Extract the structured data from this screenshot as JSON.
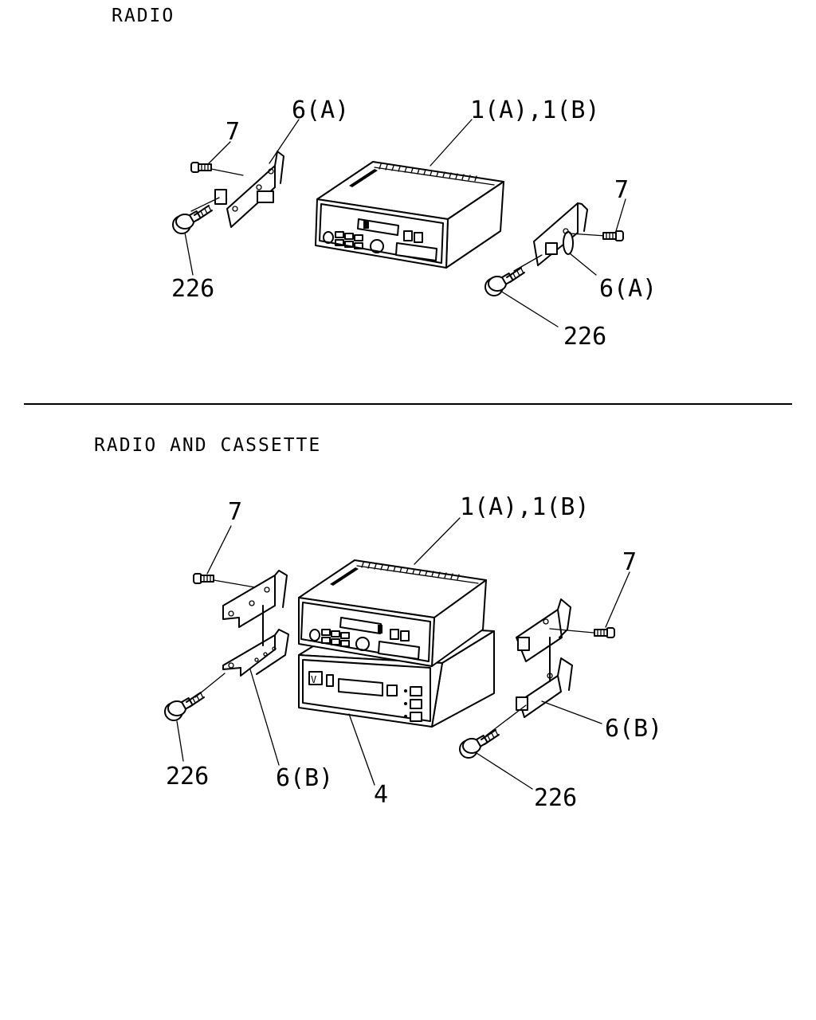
{
  "sections": [
    {
      "title": "RADIO",
      "callouts": {
        "bracket_left": "6(A)",
        "unit": "1(A),1(B)",
        "screw_left": "7",
        "screw_right": "7",
        "bolt_left": "226",
        "bracket_right": "6(A)",
        "bolt_right": "226"
      }
    },
    {
      "title": "RADIO AND CASSETTE",
      "callouts": {
        "unit": "1(A),1(B)",
        "screw_left": "7",
        "screw_right": "7",
        "bolt_left": "226",
        "bracket_left": "6(B)",
        "cassette": "4",
        "bracket_right": "6(B)",
        "bolt_right": "226"
      }
    }
  ],
  "colors": {
    "ink": "#000000",
    "background": "#ffffff"
  },
  "icons": [
    "radio-unit-icon",
    "cassette-unit-icon",
    "bracket-icon",
    "screw-icon",
    "bolt-icon"
  ]
}
